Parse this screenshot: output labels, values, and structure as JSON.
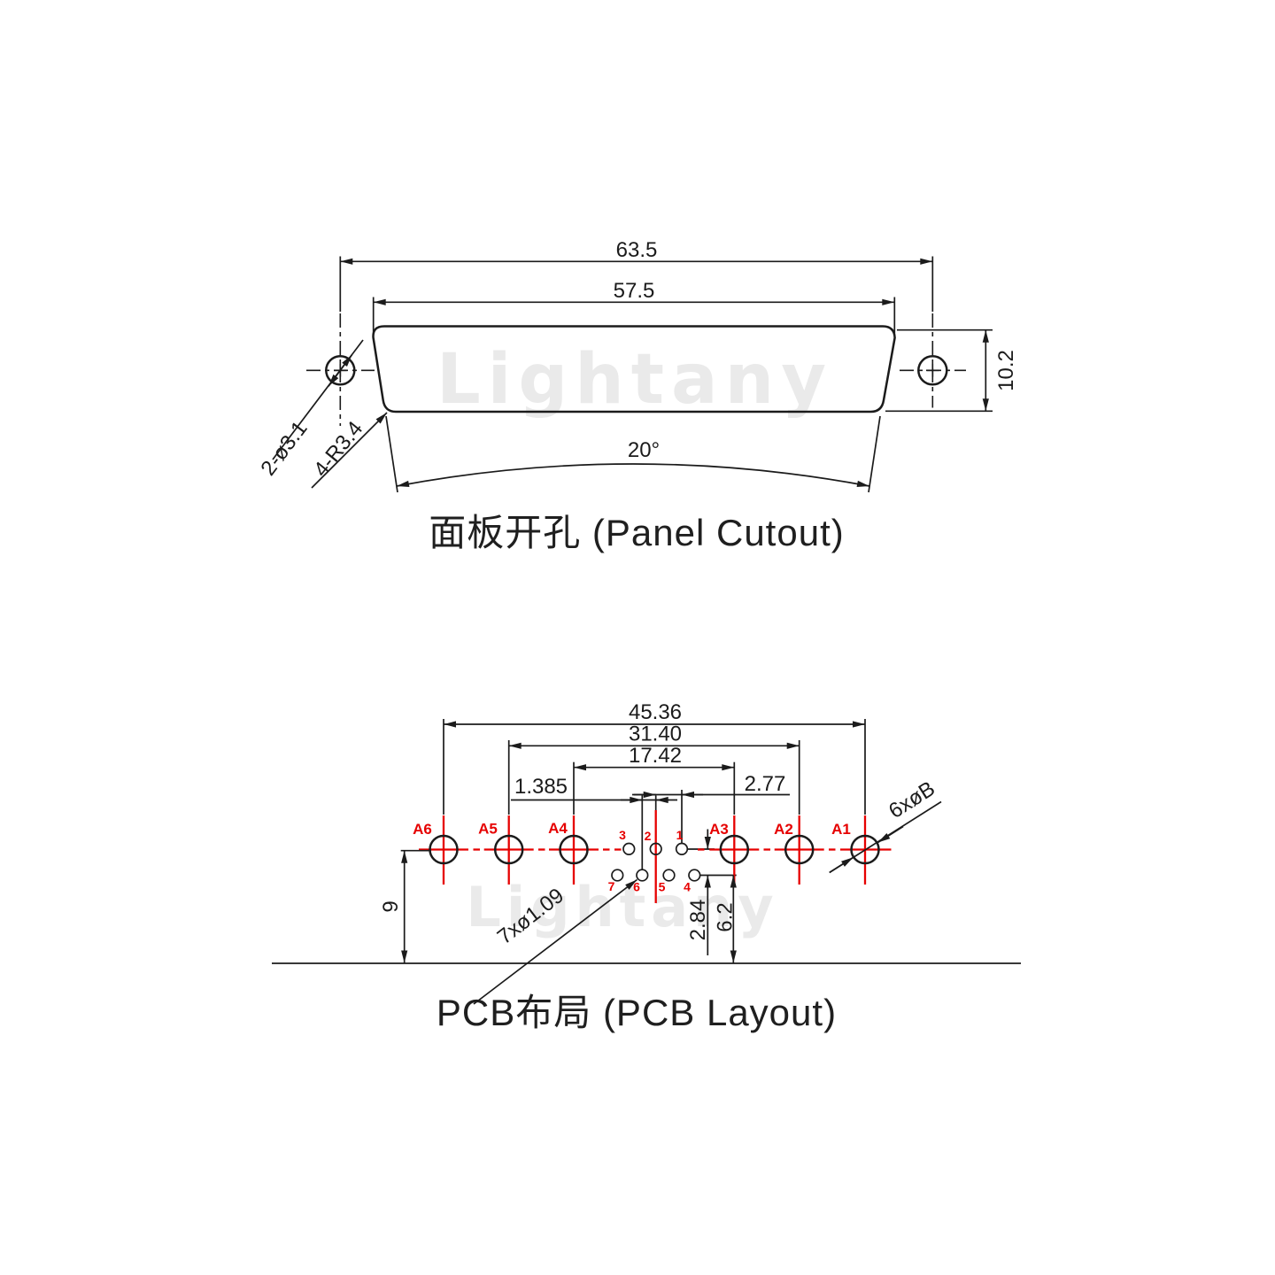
{
  "watermark": {
    "text": "Lightany"
  },
  "colors": {
    "line": "#1b1b1b",
    "red": "#e60000",
    "watermark": "#eaeaea"
  },
  "panel": {
    "title": "面板开孔 (Panel Cutout)",
    "dim_outer_width": "63.5",
    "dim_inner_width": "57.5",
    "dim_height": "10.2",
    "dim_angle": "20°",
    "label_mount_holes": "2-ø3.1",
    "label_corner_radius": "4-R3.4"
  },
  "pcb": {
    "title": "PCB布局 (PCB Layout)",
    "dim_span_outer": "45.36",
    "dim_span_mid": "31.40",
    "dim_span_inner": "17.42",
    "dim_pin_offset": "1.385",
    "dim_pin_pitch": "2.77",
    "dim_row_height": "9",
    "dim_row_gap": "2.84",
    "dim_edge_gap": "6.2",
    "label_signal_holes": "7xø1.09",
    "label_power_holes": "6xøB",
    "contacts": [
      "A6",
      "A5",
      "A4",
      "A3",
      "A2",
      "A1"
    ],
    "pins_top": [
      "3",
      "2",
      "1"
    ],
    "pins_bottom": [
      "7",
      "6",
      "5",
      "4"
    ]
  }
}
